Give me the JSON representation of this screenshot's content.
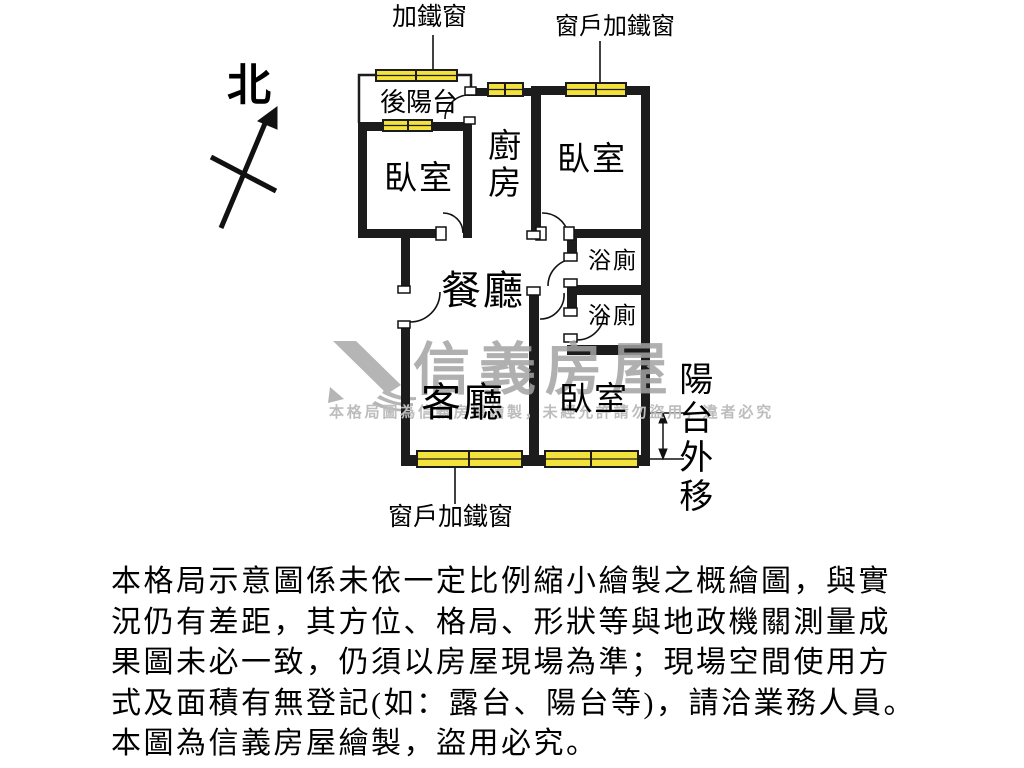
{
  "colors": {
    "wall": "#1c1c1c",
    "window": "#f3e13c",
    "watermark": "#a3a3a3",
    "watermark_light": "#bdbdbd",
    "text": "#000000"
  },
  "compass": {
    "north": "北"
  },
  "plan": {
    "rooms": {
      "rear_balcony": "後陽台",
      "bedroom_nw": "臥室",
      "kitchen": "廚房",
      "bedroom_ne": "臥室",
      "dining": "餐廳",
      "bath_upper": "浴廁",
      "bath_lower": "浴廁",
      "living": "客廳",
      "bedroom_s": "臥室"
    },
    "window_labels": {
      "top": "加鐵窗",
      "top_right": "窗戶加鐵窗",
      "bottom": "窗戶加鐵窗"
    },
    "balcony_shift": "陽台外移"
  },
  "watermark": {
    "brand": "信義房屋",
    "notice": "本格局圖為信義房屋繪製，未經允許請勿盜用，違者必究"
  },
  "disclaimer": {
    "lines": [
      "本格局示意圖係未依一定比例縮小繪製之概繪圖，與實",
      "況仍有差距，其方位、格局、形狀等與地政機關測量成",
      "果圖未必一致，仍須以房屋現場為準；現場空間使用方",
      "式及面積有無登記(如：露台、陽台等)，請洽業務人員。",
      "本圖為信義房屋繪製，盜用必究。"
    ]
  }
}
